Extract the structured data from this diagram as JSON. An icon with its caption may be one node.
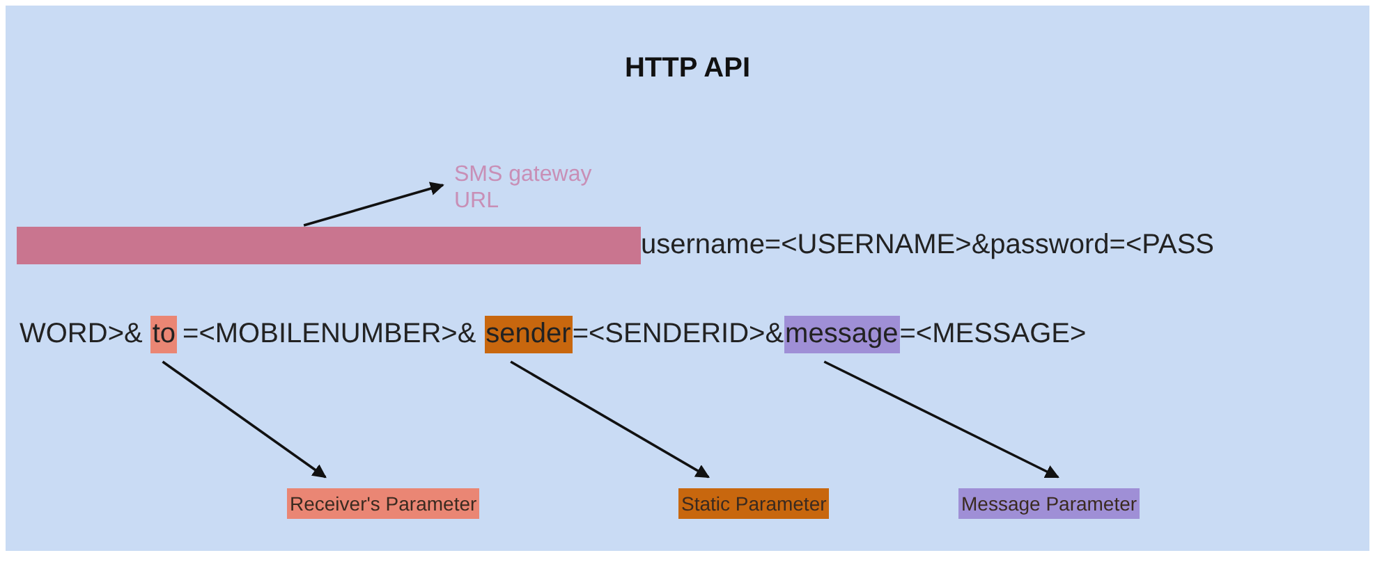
{
  "diagram": {
    "title": "HTTP API",
    "nodes": [
      {
        "text": [],
        "shape": "bar"
      },
      {
        "text": [
          "SMS gateway URL"
        ]
      },
      {
        "text": [
          "to"
        ]
      },
      {
        "text": [
          "sender"
        ]
      },
      {
        "text": [
          "message"
        ]
      },
      {
        "text": [
          "Receiver's Parameter"
        ]
      },
      {
        "text": [
          "Static Parameter"
        ]
      },
      {
        "text": [
          "Message Parameter"
        ]
      }
    ],
    "edges": [
      {
        "from": 0,
        "to": 1,
        "arrow": "to"
      },
      {
        "from": 2,
        "to": 5,
        "arrow": "to"
      },
      {
        "from": 3,
        "to": 6,
        "arrow": "to"
      },
      {
        "from": 4,
        "to": 7,
        "arrow": "to"
      }
    ],
    "labels": [
      "username=<USERNAME>&password=<PASS",
      "WORD>&",
      "=<MOBILENUMBER>&",
      "=<SENDERID>&",
      "=<MESSAGE>"
    ]
  }
}
